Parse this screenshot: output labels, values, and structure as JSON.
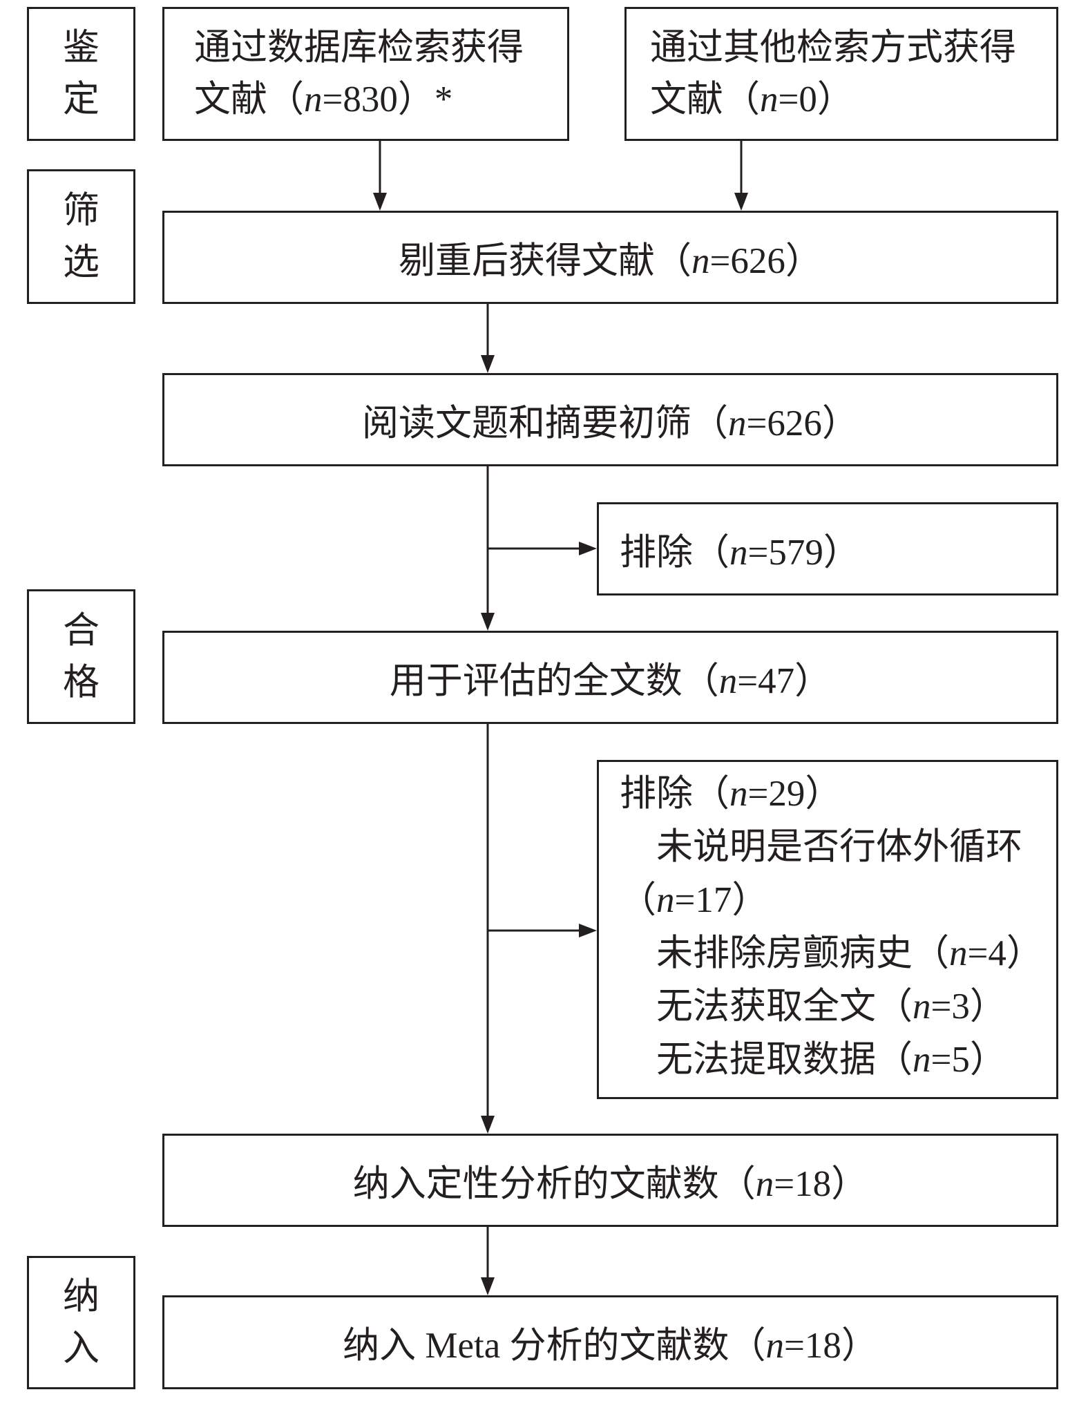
{
  "stages": {
    "identification": "鉴定",
    "screening": "筛选",
    "eligibility": "合格",
    "included": "纳入"
  },
  "boxes": {
    "database": {
      "line1": "通过数据库检索获得",
      "line2": "文献（n=830）*"
    },
    "other": {
      "line1": "通过其他检索方式获得",
      "line2": "文献（n=0）"
    },
    "deduplicated": "剔重后获得文献（n=626）",
    "title_abstract": "阅读文题和摘要初筛（n=626）",
    "excluded_screening": "排除（n=579）",
    "full_text": "用于评估的全文数（n=47）",
    "excluded_full_text": {
      "title": "排除（n=29）",
      "reasons": [
        {
          "label": "未说明是否行体外循环",
          "count": "（n=17）"
        },
        {
          "label": "未排除房颤病史",
          "count": "（n=4）"
        },
        {
          "label": "无法获取全文",
          "count": "（n=3）"
        },
        {
          "label": "无法提取数据",
          "count": "（n=5）"
        }
      ]
    },
    "qualitative": "纳入定性分析的文献数（n=18）",
    "meta": "纳入 Meta 分析的文献数（n=18）"
  }
}
